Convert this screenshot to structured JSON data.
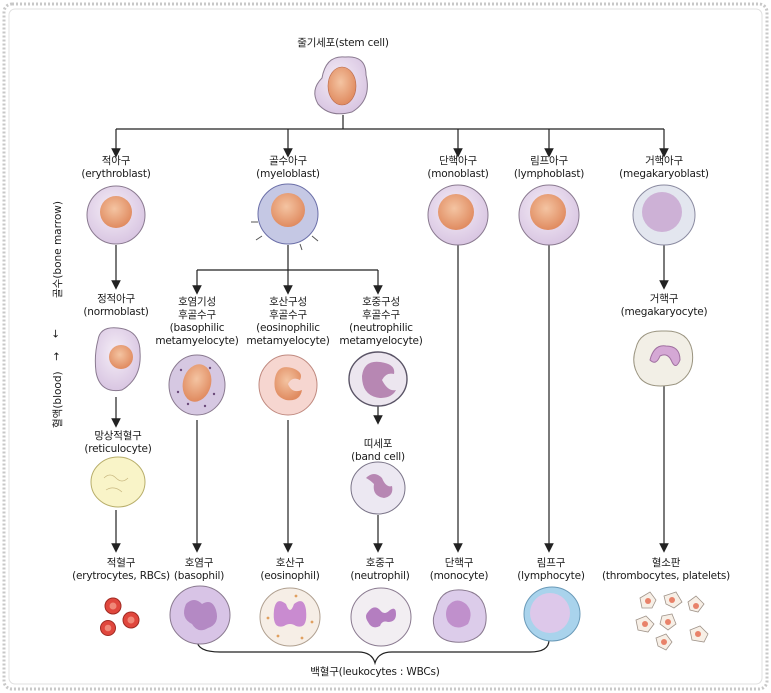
{
  "stem": {
    "ko": "줄기세포(stem cell)"
  },
  "row1": [
    {
      "ko": "적아구",
      "en": "(erythroblast)"
    },
    {
      "ko": "골수아구",
      "en": "(myeloblast)"
    },
    {
      "ko": "단핵아구",
      "en": "(monoblast)"
    },
    {
      "ko": "림프아구",
      "en": "(lymphoblast)"
    },
    {
      "ko": "거핵아구",
      "en": "(megakaryoblast)"
    }
  ],
  "normoblast": {
    "ko": "정적아구",
    "en": "(normoblast)"
  },
  "reticulocyte": {
    "ko": "망상적혈구",
    "en": "(reticulocyte)"
  },
  "metamyelocytes": [
    {
      "l1": "호염기성",
      "l2": "후골수구",
      "l3": "(basophilic",
      "l4": "metamyelocyte)"
    },
    {
      "l1": "호산구성",
      "l2": "후골수구",
      "l3": "(eosinophilic",
      "l4": "metamyelocyte)"
    },
    {
      "l1": "호중구성",
      "l2": "후골수구",
      "l3": "(neutrophilic",
      "l4": "metamyelocyte)"
    }
  ],
  "band": {
    "ko": "띠세포",
    "en": "(band cell)"
  },
  "megakaryocyte": {
    "ko": "거핵구",
    "en": "(megakaryocyte)"
  },
  "mature": [
    {
      "ko": "적혈구",
      "en": "(erytrocytes, RBCs)"
    },
    {
      "ko": "호염구",
      "en": "(basophil)"
    },
    {
      "ko": "호산구",
      "en": "(eosinophil)"
    },
    {
      "ko": "호중구",
      "en": "(neutrophil)"
    },
    {
      "ko": "단핵구",
      "en": "(monocyte)"
    },
    {
      "ko": "림프구",
      "en": "(lymphocyte)"
    },
    {
      "ko": "혈소판",
      "en": "(thrombocytes, platelets)"
    }
  ],
  "leukocytes": "백혈구(leukocytes : WBCs)",
  "side": {
    "marrow": "골수(bone marrow)",
    "blood": "혈액(blood)",
    "arrow": "←"
  },
  "colors": {
    "border": "#bdbdbd",
    "line": "#222222",
    "nucleus": "#e8a07a",
    "cyto": "#e9dcef"
  }
}
